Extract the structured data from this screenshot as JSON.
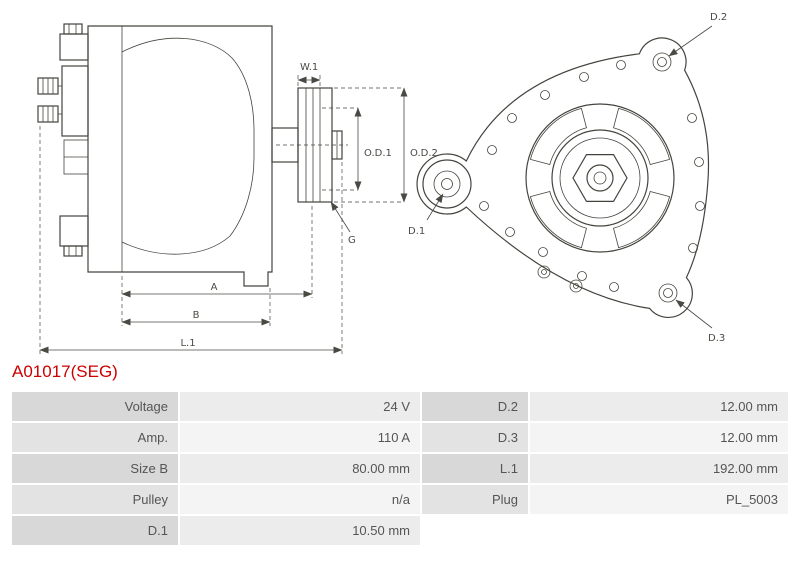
{
  "part": {
    "number": "A01017(SEG)"
  },
  "colors": {
    "accent": "#cc0000",
    "line": "#44443e"
  },
  "diagram": {
    "dim_labels": {
      "w1": "W.1",
      "od1": "O.D.1",
      "od2": "O.D.2",
      "g": "G",
      "a": "A",
      "b": "B",
      "l1": "L.1",
      "d1": "D.1",
      "d2": "D.2",
      "d3": "D.3"
    }
  },
  "table": {
    "rows": [
      {
        "cells": [
          "Voltage",
          "24 V",
          "D.2",
          "12.00 mm"
        ]
      },
      {
        "cells": [
          "Amp.",
          "110 A",
          "D.3",
          "12.00 mm"
        ]
      },
      {
        "cells": [
          "Size B",
          "80.00 mm",
          "L.1",
          "192.00 mm"
        ]
      },
      {
        "cells": [
          "Pulley",
          "n/a",
          "Plug",
          "PL_5003"
        ]
      },
      {
        "cells": [
          "D.1",
          "10.50 mm",
          "",
          ""
        ]
      }
    ]
  }
}
